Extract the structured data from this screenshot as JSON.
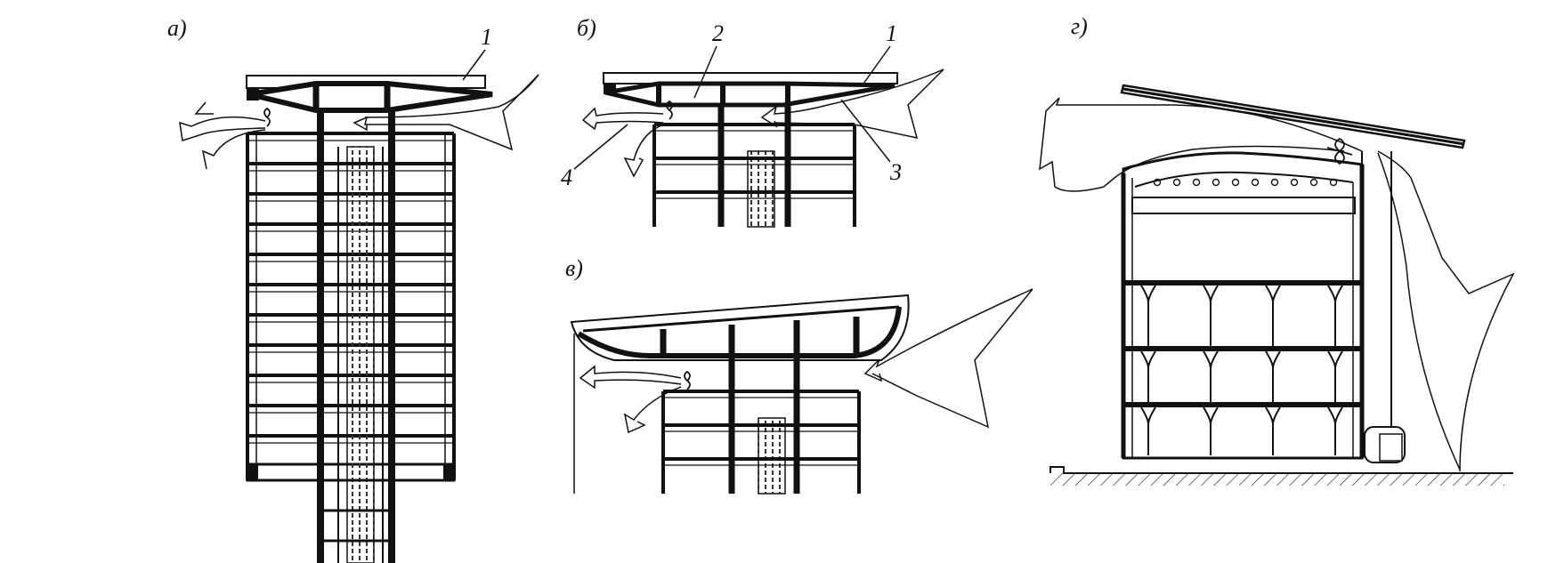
{
  "panels": [
    {
      "id": "a",
      "label": "а)"
    },
    {
      "id": "b",
      "label": "б)"
    },
    {
      "id": "v",
      "label": "в)"
    },
    {
      "id": "g",
      "label": "г)"
    }
  ],
  "callouts": {
    "a": [
      "1"
    ],
    "b": [
      "2",
      "1",
      "4",
      "3"
    ]
  },
  "colors": {
    "ink": "#111111",
    "background": "#ffffff"
  }
}
